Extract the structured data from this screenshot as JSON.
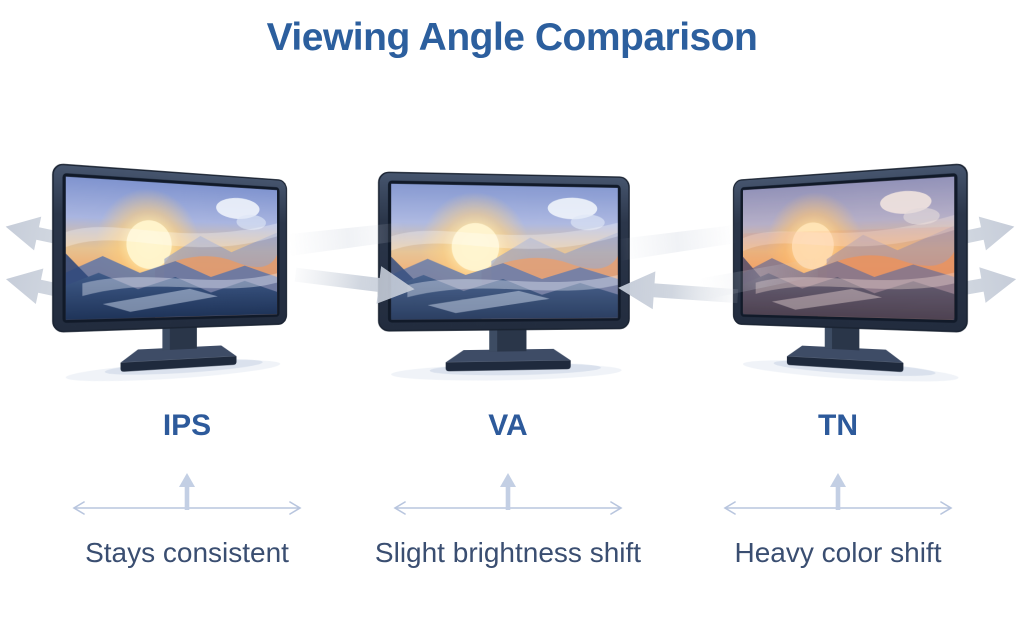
{
  "title": "Viewing Angle Comparison",
  "panels": [
    {
      "label": "IPS",
      "description": "Stays consistent"
    },
    {
      "label": "VA",
      "description": "Slight brightness shift"
    },
    {
      "label": "TN",
      "description": "Heavy color shift"
    }
  ],
  "icons": {
    "left_flow": "viewing-direction-arrow-left",
    "right_flow": "viewing-direction-arrow-right",
    "axis": "viewing-angle-axis"
  },
  "colors": {
    "background": "#ffffff",
    "title_text": "#2c5f9e",
    "label_text": "#2d5a9b",
    "description_text": "#3a4e71",
    "axis_arrow": "#b8c5de",
    "flow_arrow": "#c8cfda",
    "monitor_bezel": "#2c3850"
  }
}
